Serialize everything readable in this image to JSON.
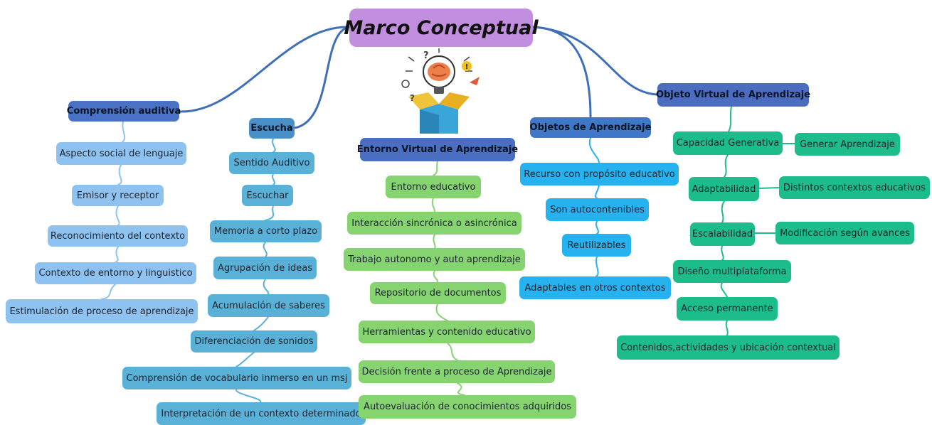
{
  "root": "Marco Conceptual",
  "branches": {
    "comprension_auditiva": {
      "title": "Comprensión auditiva",
      "items": [
        "Aspecto social de lenguaje",
        "Emisor y receptor",
        "Reconocimiento del contexto",
        "Contexto de entorno y linguistico",
        "Estimulación de proceso de aprendizaje"
      ]
    },
    "escucha": {
      "title": "Escucha",
      "items": [
        "Sentido Auditivo",
        "Escuchar",
        "Memoria a corto plazo",
        "Agrupación de ideas",
        "Acumulación de saberes",
        "Diferenciación de sonidos",
        "Comprensión de vocabulario inmerso en un msj",
        "Interpretación de un contexto determinado"
      ]
    },
    "entorno_virtual": {
      "title": "Entorno Virtual de Aprendizaje",
      "items": [
        "Entorno educativo",
        "Interacción sincrónica o asincrónica",
        "Trabajo autonomo y auto aprendizaje",
        "Repositorio de documentos",
        "Herramientas y contenido educativo",
        "Decisión frente a proceso de Aprendizaje",
        "Autoevaluación de conocimientos adquiridos"
      ]
    },
    "objetos_aprendizaje": {
      "title": "Objetos de Aprendizaje",
      "items": [
        "Recurso con propósito educativo",
        "Son autocontenibles",
        "Reutilizables",
        "Adaptables en otros contextos"
      ]
    },
    "objeto_virtual": {
      "title": "Objeto Virtual de Aprendizaje",
      "items": [
        "Capacidad Generativa",
        "Adaptabilidad",
        "Escalabilidad",
        "Diseño multiplataforma",
        "Acceso permanente",
        "Contenidos,actividades y ubicación contextual"
      ],
      "subitems": [
        "Generar Aprendizaje",
        "Distintos contextos educativos",
        "Modificación según avances"
      ]
    }
  },
  "colors": {
    "root": "#c28fe0",
    "main_connector": "#3f6fb8",
    "comprension_auditiva": "#8ec2f0",
    "escucha": "#5ab1d8",
    "entorno_virtual": "#86d470",
    "objetos_aprendizaje": "#25b2ef",
    "objeto_virtual": "#1dbd8b"
  },
  "illustration": {
    "name": "lightbulb-brain-box-illustration",
    "symbols": [
      "?",
      "!",
      "?"
    ]
  }
}
